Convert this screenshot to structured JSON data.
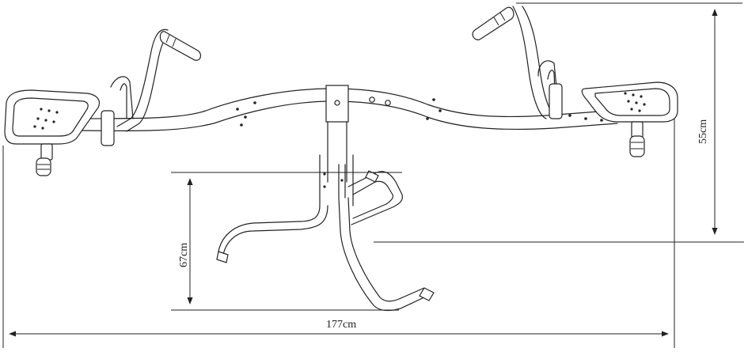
{
  "dimensions": {
    "length": "177cm",
    "seat_height": "55cm",
    "base_height": "67cm"
  },
  "colors": {
    "line": "#222222",
    "background": "#ffffff"
  }
}
